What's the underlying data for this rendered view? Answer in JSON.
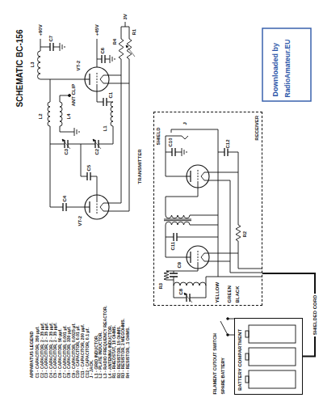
{
  "diagram": {
    "title": "SCHEMATIC BC-156",
    "nodes": [
      {
        "text": [
          "RECEIVER"
        ]
      },
      {
        "text": [
          "BATTERY COMPARTMENT"
        ]
      }
    ],
    "edges": [
      {
        "from": 0,
        "to": 1,
        "arrow": "none",
        "label": "SHIELDED CORD"
      }
    ],
    "labels": [
      "APPARATUS LEGEND",
      "C1 - CAPACITOR, 350 μμf.",
      "C2 - CAPACITOR, 2 - 35 μμf.",
      "C3 - CAPACITOR, 2 - 35 μμf.",
      "C4 - CAPACITOR, 2 - 35 μμf.",
      "C5 - CAPACITOR, 2 - 35 μμf.",
      "C6 - CAPACITOR, 50 μμf.",
      "C7 - CAPACITOR, 0.001 μf.",
      "C8 - CAPACITOR, 330 μμf.",
      "C9 - CAPACITOR, 0.0025 μf.",
      "C10 - CAPACITOR, 0.01 μf.",
      "C11 - CAPACITOR, 200 μμf.",
      "C12 - CAPACITOR, 0.1 μf.",
      "J - JACK.",
      "L1 - GRID INDUCTOR.",
      "L2 - PLATE INDUCTOR.",
      "L3 - RADIO FREQUENCY REACTOR.",
      "L4 - ANTENNA INDUCTOR.",
      "R1 - RHEOSTAT, 10 OHMS.",
      "R2 - RESISTOR, 15 OHMS.",
      "R3 - RESISTOR, 2 MEGOHMS.",
      "R4 - RESISTOR, .1 OHMS.",
      "Downloaded by",
      "RadioAmateur.EU",
      "TRANSMITTER",
      "SHIELD",
      "ANT CLIP",
      "VT-2",
      "VT-2",
      "+45V",
      "+90V",
      "3V",
      "YELLOW",
      "GREEN",
      "BLACK",
      "C1",
      "C2",
      "C3",
      "C4",
      "C5",
      "C6",
      "C7",
      "C8",
      "C9",
      "C10",
      "C11",
      "C12",
      "L1",
      "L2",
      "L3",
      "L4",
      "R1",
      "R2",
      "R3",
      "R4",
      "J",
      "SPARE BATTERY",
      "FILAMENT CUTOUT SWITCH"
    ]
  }
}
